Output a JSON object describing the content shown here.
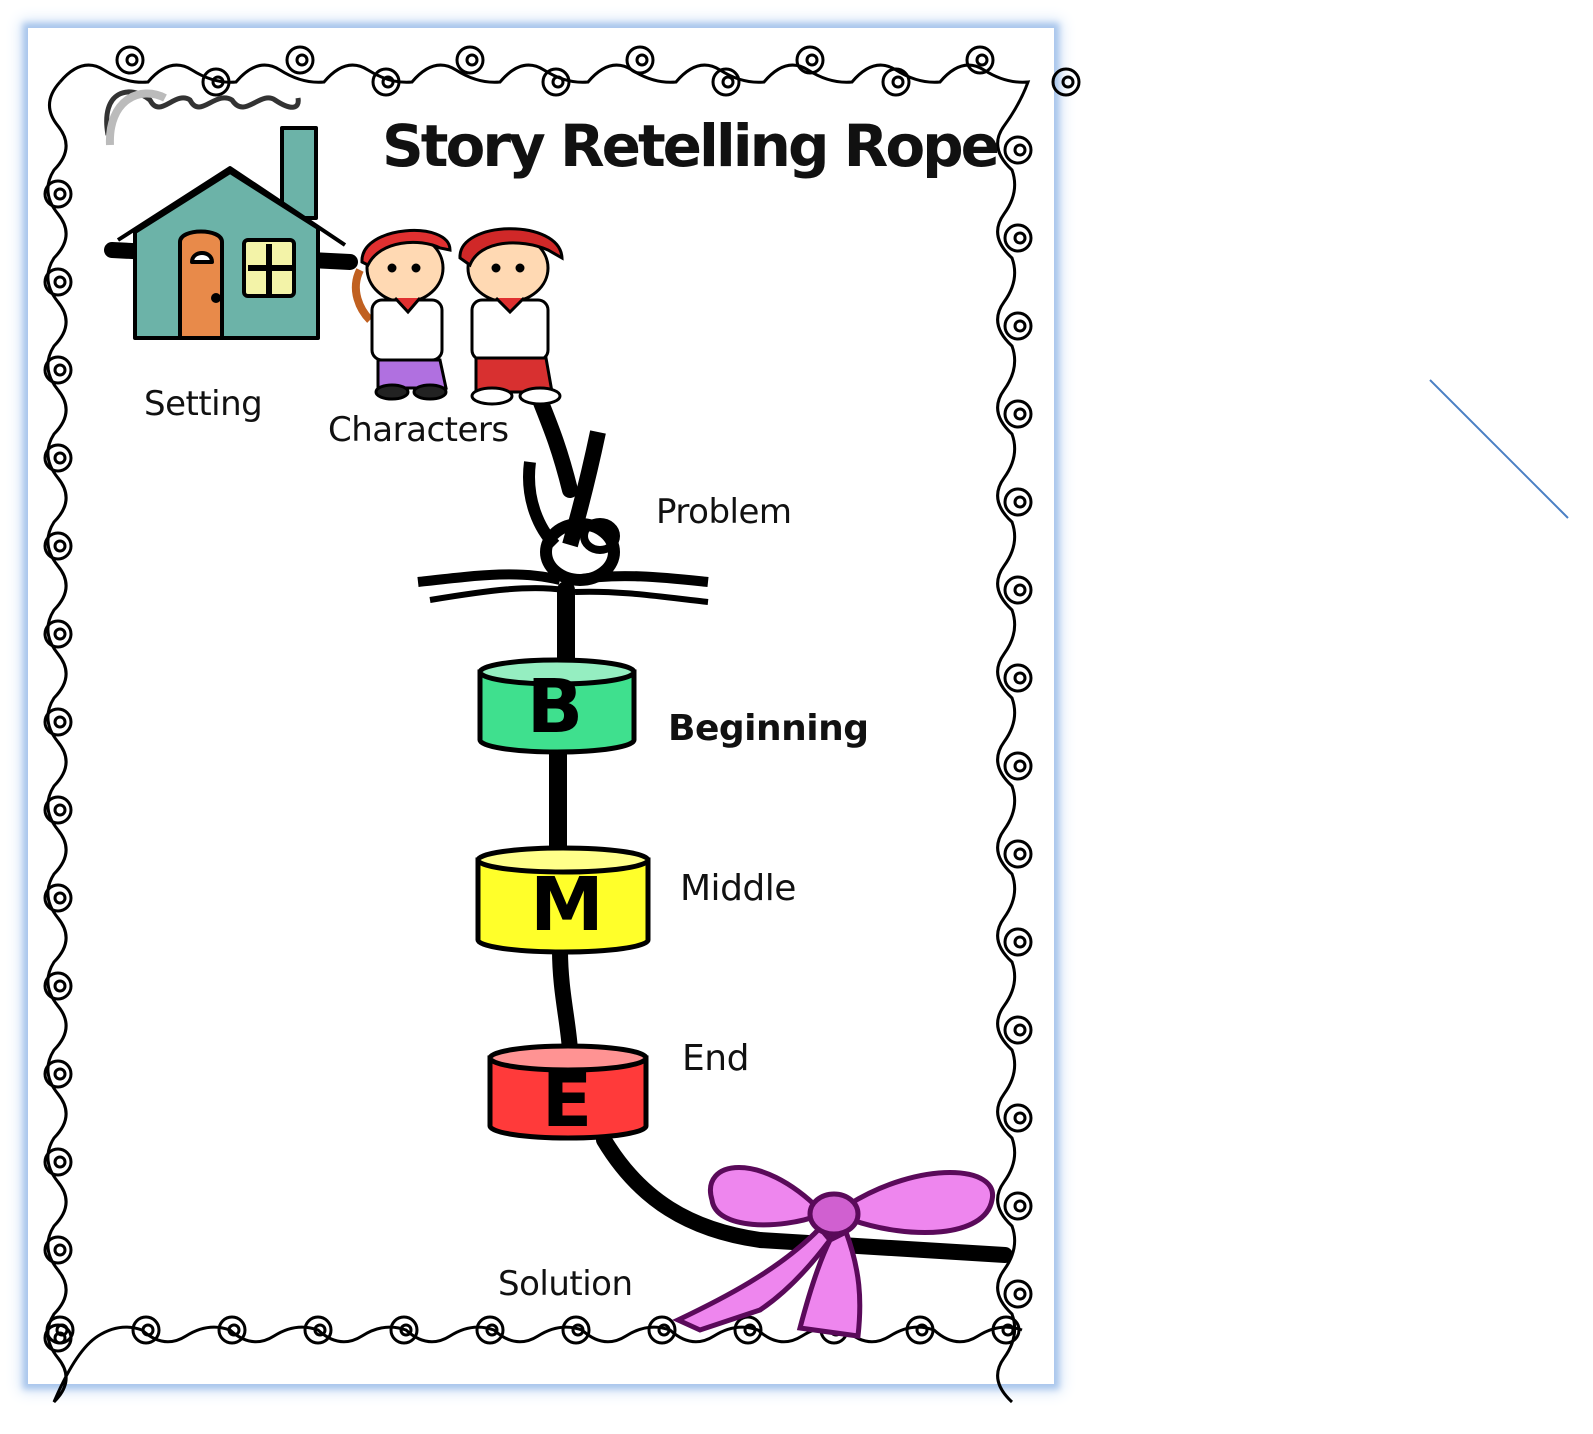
{
  "poster": {
    "title": "Story Retelling Rope",
    "labels": {
      "setting": "Setting",
      "characters": "Characters",
      "problem": "Problem",
      "beginning": "Beginning",
      "middle": "Middle",
      "end": "End",
      "solution": "Solution"
    },
    "beads": [
      {
        "letter": "B",
        "color": "#3fe08e"
      },
      {
        "letter": "M",
        "color": "#ffff2a"
      },
      {
        "letter": "E",
        "color": "#ff3a3a"
      }
    ],
    "colors": {
      "frame_glow": "#a9c6ec",
      "house": "#6cb3a8",
      "door": "#e88a4a",
      "bow": "#ee86ee",
      "rope": "#000000",
      "stray_line": "#4a7fc4"
    },
    "icons": [
      "house-icon",
      "children-icon",
      "knot-icon",
      "bow-icon",
      "swirl-border"
    ]
  }
}
